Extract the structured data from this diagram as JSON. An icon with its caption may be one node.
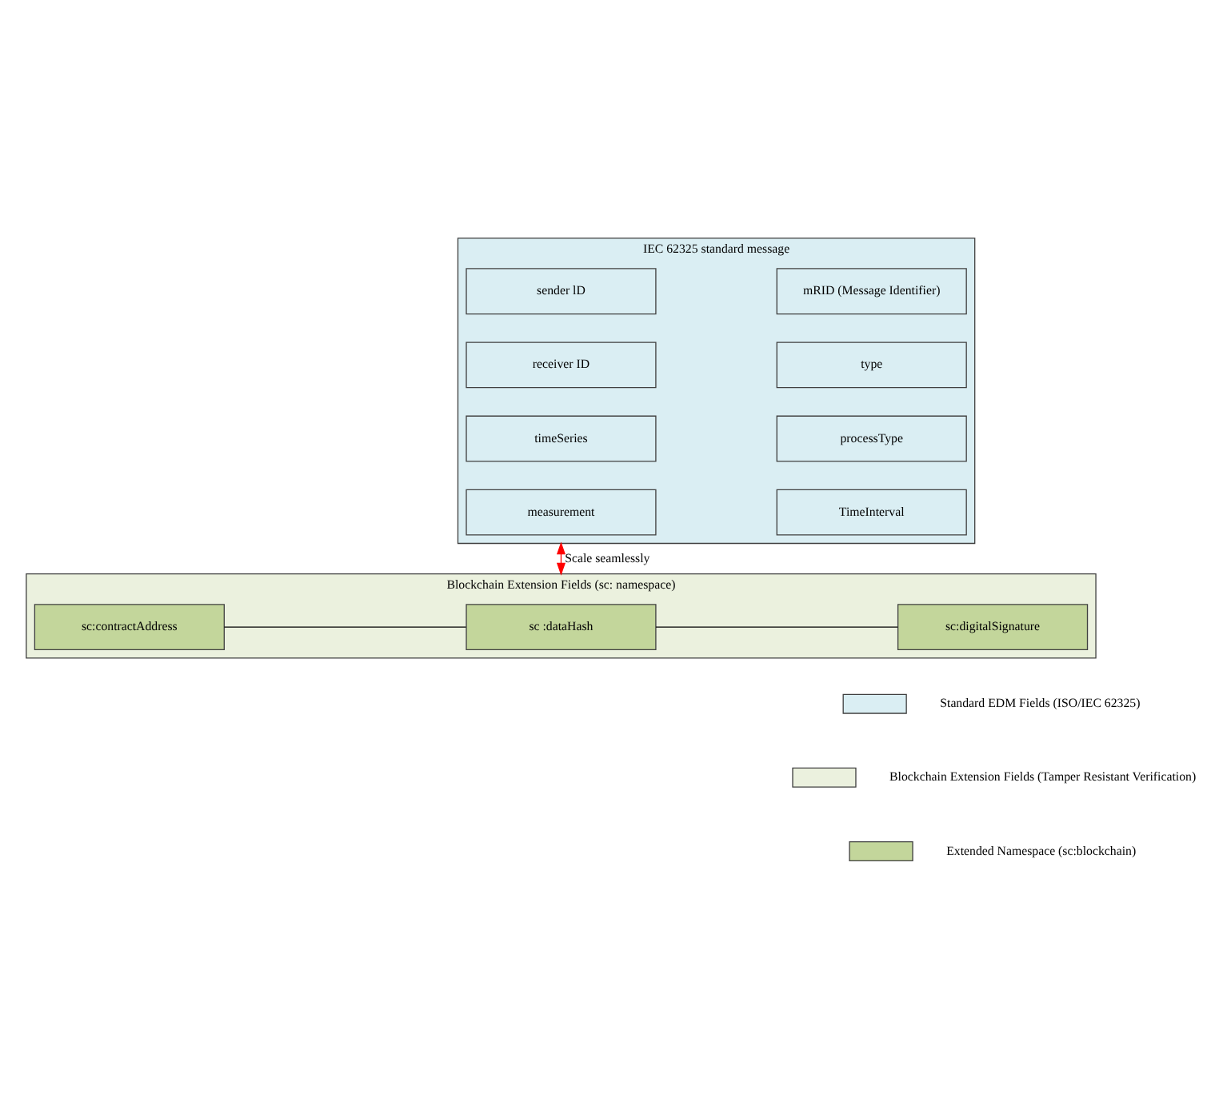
{
  "diagram": {
    "nodes": [
      {
        "text": [
          "IEC 62325 standard message"
        ]
      },
      {
        "text": [
          "mRID (Message Identifier)"
        ],
        "in": 0
      },
      {
        "text": [
          "sender lD"
        ],
        "in": 0
      },
      {
        "text": [
          "type"
        ],
        "in": 0
      },
      {
        "text": [
          "receiver ID"
        ],
        "in": 0
      },
      {
        "text": [
          "processType"
        ],
        "in": 0
      },
      {
        "text": [
          "timeSeries"
        ],
        "in": 0
      },
      {
        "text": [
          "TimeInterval"
        ],
        "in": 0
      },
      {
        "text": [
          "measurement"
        ],
        "in": 0
      },
      {
        "text": [
          "Blockchain Extension Fields (sc: namespace)"
        ]
      },
      {
        "text": [
          "sc:contractAddress"
        ],
        "in": 9
      },
      {
        "text": [
          "sc :dataHash"
        ],
        "in": 9
      },
      {
        "text": [
          "sc:digitalSignature"
        ],
        "in": 9
      }
    ],
    "edges": [
      {
        "from": 0,
        "to": 9,
        "arrow": "both",
        "label": "Scale seamlessly",
        "color": "#ff0000"
      },
      {
        "from": 10,
        "to": 11,
        "arrow": "none"
      },
      {
        "from": 11,
        "to": 12,
        "arrow": "none"
      }
    ],
    "legend": [
      {
        "text": "Standard EDM Fields (ISO/IEC 62325)",
        "color": "#daeef3"
      },
      {
        "text": "Blockchain Extension Fields (Tamper Resistant Verification)",
        "color": "#ebf1de"
      },
      {
        "text": "Extended Namespace (sc:blockchain)",
        "color": "#c3d69b"
      }
    ]
  }
}
